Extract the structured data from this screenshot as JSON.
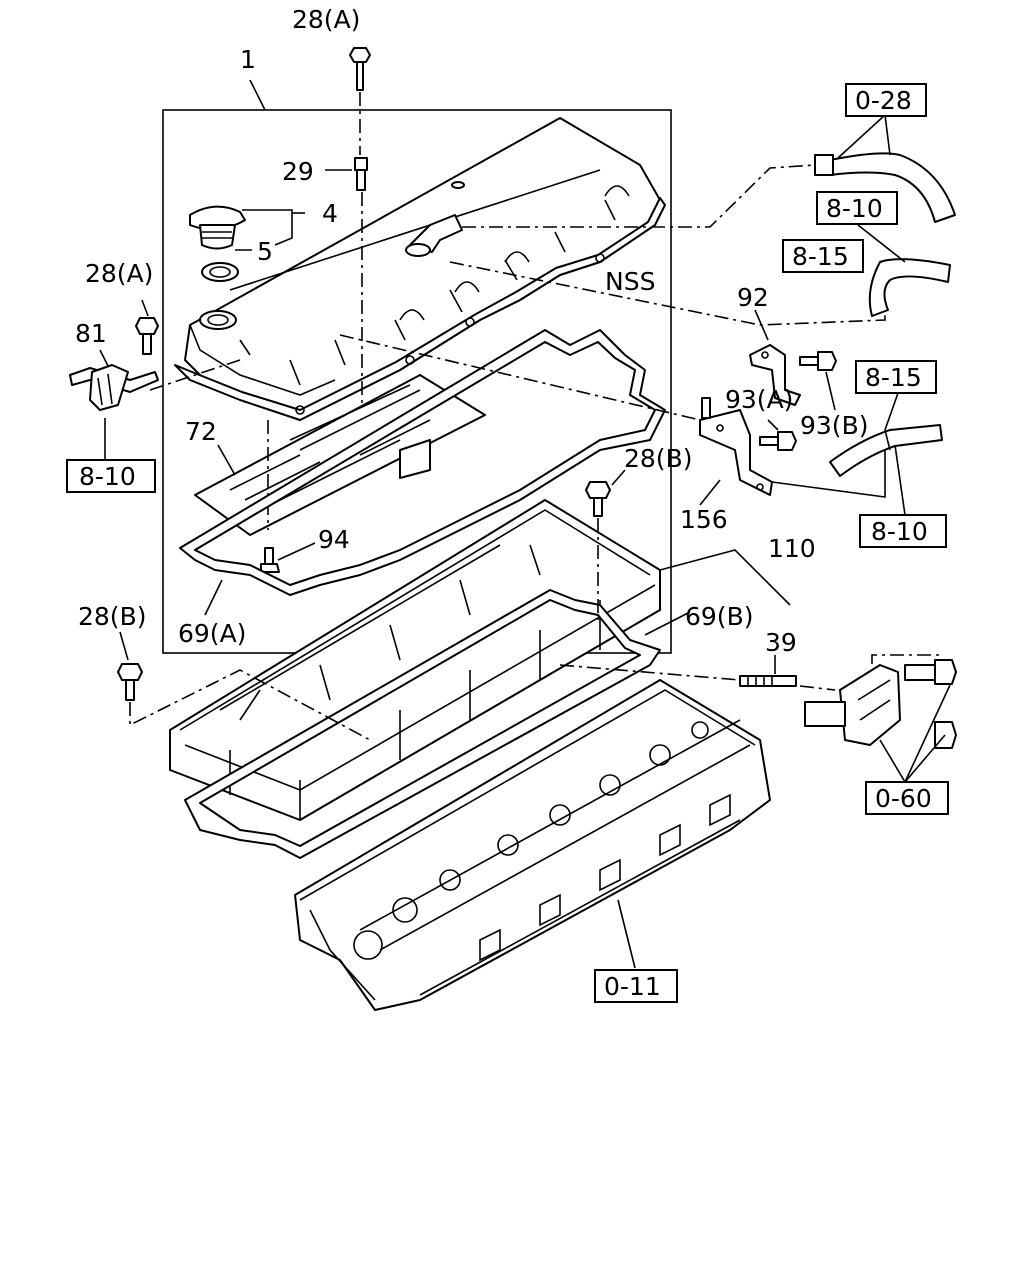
{
  "callouts": {
    "c1": "1",
    "c4": "4",
    "c5": "5",
    "c28a_top": "28(A)",
    "c28a_left": "28(A)",
    "c28b_mid": "28(B)",
    "c28b_left": "28(B)",
    "c29": "29",
    "c39": "39",
    "c69a": "69(A)",
    "c69b": "69(B)",
    "c72": "72",
    "c81": "81",
    "c92": "92",
    "c93a": "93(A)",
    "c93b": "93(B)",
    "c94": "94",
    "c110": "110",
    "c156": "156",
    "nss": "NSS"
  },
  "refs": {
    "r0_28": "0-28",
    "r8_10_top": "8-10",
    "r8_15_top": "8-15",
    "r8_15_right": "8-15",
    "r8_10_right": "8-10",
    "r8_10_left": "8-10",
    "r0_60": "0-60",
    "r0_11": "0-11"
  }
}
